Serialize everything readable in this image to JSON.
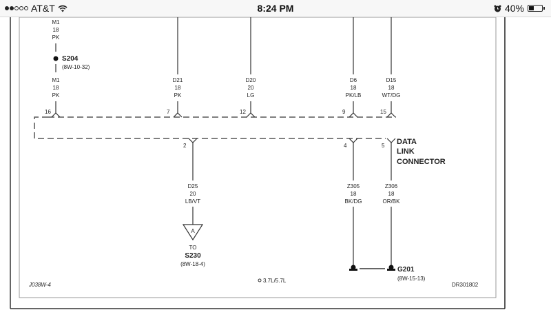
{
  "status_bar": {
    "carrier": "AT&T",
    "signal_bars_filled": 2,
    "signal_bars_total": 5,
    "time": "8:24 PM",
    "battery_percent": "40%",
    "battery_level": 0.4,
    "icons": [
      "signal-dots-icon",
      "wifi-icon",
      "alarm-icon",
      "battery-icon"
    ]
  },
  "diagram": {
    "connector_name": [
      "DATA",
      "LINK",
      "CONNECTOR"
    ],
    "top_wires": [
      {
        "id": "M1",
        "gauge": "18",
        "color": "PK",
        "pin": "16"
      },
      {
        "id": "D21",
        "gauge": "18",
        "color": "PK",
        "pin": "7"
      },
      {
        "id": "D20",
        "gauge": "20",
        "color": "LG",
        "pin": "12"
      },
      {
        "id": "D6",
        "gauge": "18",
        "color": "PK/LB",
        "pin": "9"
      },
      {
        "id": "D15",
        "gauge": "18",
        "color": "WT/DG",
        "pin": "15"
      }
    ],
    "upper_wire": {
      "id": "M1",
      "gauge": "18",
      "color": "PK"
    },
    "splice": {
      "name": "S204",
      "ref": "(8W-10-32)"
    },
    "bottom_wires": [
      {
        "id": "D25",
        "gauge": "20",
        "color": "LB/VT",
        "pin": "2"
      },
      {
        "id": "Z305",
        "gauge": "18",
        "color": "BK/DG",
        "pin": "4"
      },
      {
        "id": "Z306",
        "gauge": "18",
        "color": "OR/BK",
        "pin": "5"
      }
    ],
    "offpage": {
      "letter": "A",
      "to": "TO",
      "name": "S230",
      "ref": "(8W-18-4)"
    },
    "ground": {
      "name": "G201",
      "ref": "(8W-15-13)"
    },
    "footer": {
      "left": "J038W-4",
      "center": "3.7L/5.7L",
      "right": "DR301802"
    }
  }
}
